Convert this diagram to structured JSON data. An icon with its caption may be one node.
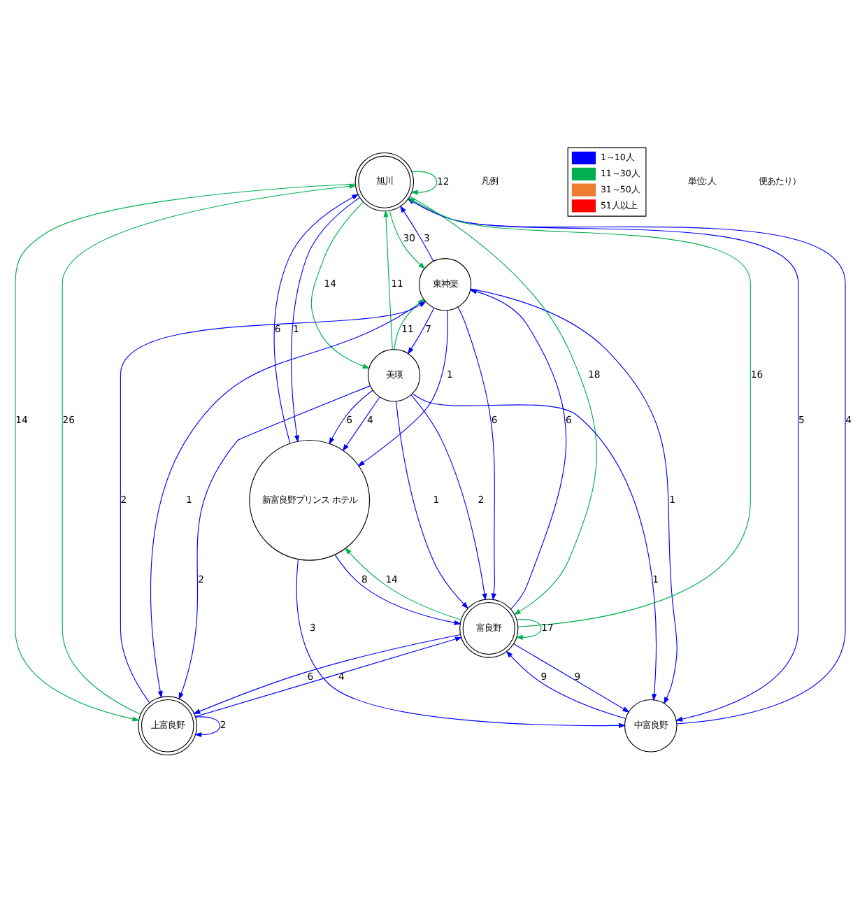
{
  "diagram": {
    "nodes": [
      {
        "text": [
          "旭川"
        ]
      },
      {
        "text": [
          "東神楽"
        ]
      },
      {
        "text": [
          "美瑛"
        ]
      },
      {
        "text": [
          "上富良野"
        ]
      },
      {
        "text": [
          "中富良野"
        ]
      },
      {
        "text": [
          "富良野"
        ]
      },
      {
        "text": [
          "新富良野プリンス ホテル"
        ]
      }
    ],
    "edges": [
      {
        "from": 0,
        "to": 0,
        "arrow": "to",
        "label": "12",
        "color": "#00b050"
      },
      {
        "from": 0,
        "to": 1,
        "arrow": "to",
        "label": "30",
        "color": "#00b050"
      },
      {
        "from": 1,
        "to": 0,
        "arrow": "to",
        "label": "3"
      },
      {
        "from": 0,
        "to": 2,
        "arrow": "to",
        "label": "14",
        "color": "#00b050"
      },
      {
        "from": 2,
        "to": 0,
        "arrow": "to",
        "label": "11",
        "color": "#00b050"
      },
      {
        "from": 1,
        "to": 2,
        "arrow": "to",
        "label": "7"
      },
      {
        "from": 2,
        "to": 1,
        "arrow": "to",
        "label": "11",
        "color": "#00b050"
      },
      {
        "from": 1,
        "to": 4,
        "arrow": "to",
        "label": "1"
      },
      {
        "from": 0,
        "to": 3,
        "arrow": "to",
        "label": "14",
        "color": "#00b050"
      },
      {
        "from": 0,
        "to": 4,
        "arrow": "to",
        "label": "5"
      },
      {
        "from": 0,
        "to": 5,
        "arrow": "to",
        "label": "18",
        "color": "#00b050"
      },
      {
        "from": 2,
        "to": 3,
        "arrow": "to",
        "label": "2"
      },
      {
        "from": 3,
        "to": 1,
        "arrow": "to",
        "label": "2"
      },
      {
        "from": 1,
        "to": 3,
        "arrow": "to",
        "label": "1"
      },
      {
        "from": 3,
        "to": 3,
        "arrow": "to",
        "label": "2"
      },
      {
        "from": 3,
        "to": 0,
        "arrow": "to",
        "label": "26",
        "color": "#00b050"
      },
      {
        "from": 2,
        "to": 4,
        "arrow": "to",
        "label": "1"
      },
      {
        "from": 3,
        "to": 5,
        "arrow": "to",
        "label": "4"
      },
      {
        "from": 2,
        "to": 5,
        "arrow": "to",
        "label": "1"
      },
      {
        "from": 5,
        "to": 1,
        "arrow": "to",
        "label": "6"
      },
      {
        "from": 1,
        "to": 5,
        "arrow": "to",
        "label": "6"
      },
      {
        "from": 2,
        "to": 5,
        "arrow": "to",
        "label": "2"
      },
      {
        "from": 5,
        "to": 3,
        "arrow": "to",
        "label": "6"
      },
      {
        "from": 4,
        "to": 5,
        "arrow": "to",
        "label": "9"
      },
      {
        "from": 5,
        "to": 4,
        "arrow": "to",
        "label": "9"
      },
      {
        "from": 1,
        "to": 6,
        "arrow": "to",
        "label": "1"
      },
      {
        "from": 0,
        "to": 6,
        "arrow": "to",
        "label": "1"
      },
      {
        "from": 5,
        "to": 5,
        "arrow": "to",
        "label": "17",
        "color": "#00b050"
      },
      {
        "from": 2,
        "to": 6,
        "arrow": "to",
        "label": "6"
      },
      {
        "from": 5,
        "to": 6,
        "arrow": "to",
        "label": "14",
        "color": "#00b050"
      },
      {
        "from": 6,
        "to": 5,
        "arrow": "to",
        "label": "8"
      },
      {
        "from": 6,
        "to": 4,
        "arrow": "to",
        "label": "3"
      },
      {
        "from": 2,
        "to": 6,
        "arrow": "to",
        "label": "4"
      },
      {
        "from": 6,
        "to": 0,
        "arrow": "to",
        "label": "6"
      },
      {
        "from": 5,
        "to": 0,
        "arrow": "to",
        "label": "16",
        "color": "#00b050"
      },
      {
        "from": 4,
        "to": 0,
        "arrow": "to",
        "label": "4"
      }
    ],
    "labels": [
      "凡例",
      "単位:人",
      "便あたり）"
    ],
    "legend": [
      {
        "text": "1～10人",
        "color": "#0000ff"
      },
      {
        "text": "11～30人",
        "color": "#00b050"
      },
      {
        "text": "31～50人",
        "color": "#ed7d31"
      },
      {
        "text": "51人以上",
        "color": "#ff0000"
      }
    ]
  }
}
